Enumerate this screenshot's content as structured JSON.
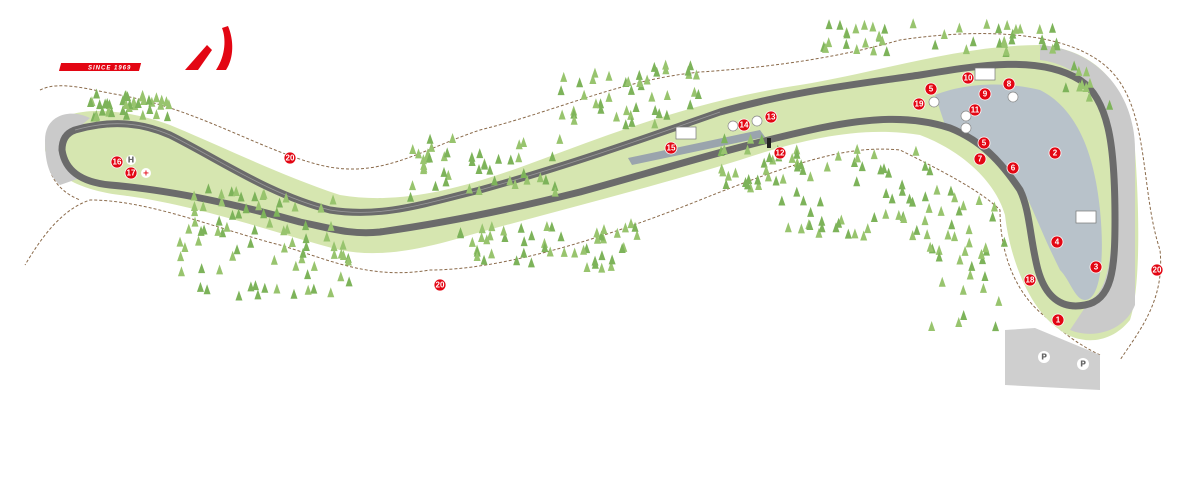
{
  "logo": {
    "tagline": "SINCE 1969",
    "brand_color": "#e30613"
  },
  "colors": {
    "track": "#6b6b6b",
    "grass": "#d6e6b0",
    "paddock": "#b8c2ca",
    "runoff": "#c9c9c9",
    "tree": "#7db35a",
    "marker": "#e30613"
  },
  "markers": [
    "16",
    "17",
    "20",
    "20",
    "15",
    "14",
    "13",
    "12",
    "5",
    "19",
    "10",
    "8",
    "9",
    "11",
    "5",
    "7",
    "6",
    "2",
    "4",
    "3",
    "18",
    "1",
    "20"
  ],
  "parking": [
    "P",
    "P"
  ],
  "facilities": {
    "toilets": [
      "toilets-showers",
      "toilets-showers",
      "toilets-showers"
    ],
    "medical_cross": "+",
    "helipad": "H"
  }
}
